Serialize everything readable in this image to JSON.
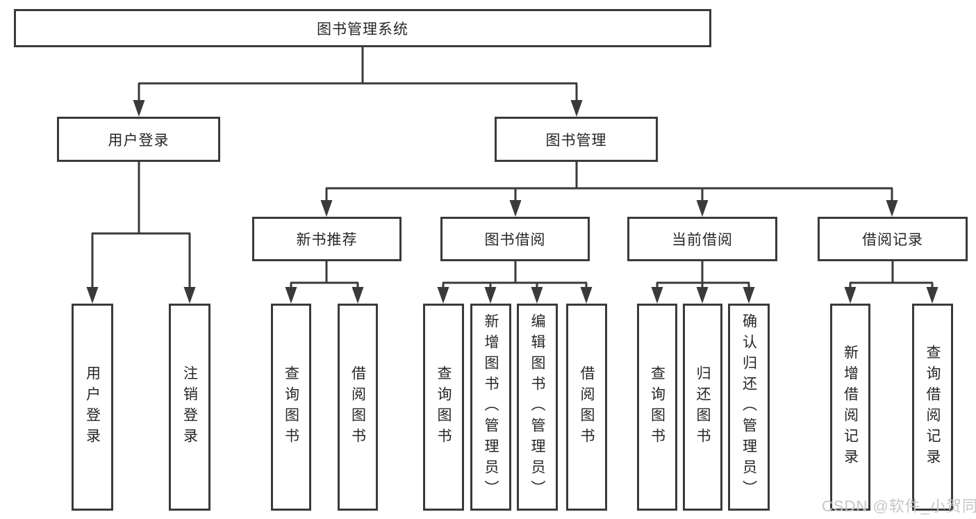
{
  "diagram": {
    "type": "tree",
    "watermark": "CSDN @软件_小贺同学",
    "colors": {
      "line": "#3a3a3a",
      "box_border": "#3a3a3a",
      "box_background": "#ffffff",
      "text": "#262626",
      "watermark": "#c6c6c6"
    },
    "nodes": {
      "root": "图书管理系统",
      "user_login": "用户登录",
      "book_mgmt": "图书管理",
      "new_book_rec": "新书推荐",
      "book_borrow": "图书借阅",
      "current_borrow": "当前借阅",
      "borrow_record": "借阅记录",
      "ul_login": "用户登录",
      "ul_logout": "注销登录",
      "nb_query": "查询图书",
      "nb_borrow": "借阅图书",
      "bb_query": "查询图书",
      "bb_add": "新增图书（管理员）",
      "bb_edit": "编辑图书（管理员）",
      "bb_borrow": "借阅图书",
      "cb_query": "查询图书",
      "cb_return": "归还图书",
      "cb_confirm": "确认归还（管理员）",
      "br_add": "新增借阅记录",
      "br_query": "查询借阅记录"
    },
    "hierarchy": [
      {
        "label": "图书管理系统",
        "children": [
          {
            "label": "用户登录",
            "children": [
              {
                "label": "用户登录"
              },
              {
                "label": "注销登录"
              }
            ]
          },
          {
            "label": "图书管理",
            "children": [
              {
                "label": "新书推荐",
                "children": [
                  {
                    "label": "查询图书"
                  },
                  {
                    "label": "借阅图书"
                  }
                ]
              },
              {
                "label": "图书借阅",
                "children": [
                  {
                    "label": "查询图书"
                  },
                  {
                    "label": "新增图书（管理员）"
                  },
                  {
                    "label": "编辑图书（管理员）"
                  },
                  {
                    "label": "借阅图书"
                  }
                ]
              },
              {
                "label": "当前借阅",
                "children": [
                  {
                    "label": "查询图书"
                  },
                  {
                    "label": "归还图书"
                  },
                  {
                    "label": "确认归还（管理员）"
                  }
                ]
              },
              {
                "label": "借阅记录",
                "children": [
                  {
                    "label": "新增借阅记录"
                  },
                  {
                    "label": "查询借阅记录"
                  }
                ]
              }
            ]
          }
        ]
      }
    ]
  }
}
